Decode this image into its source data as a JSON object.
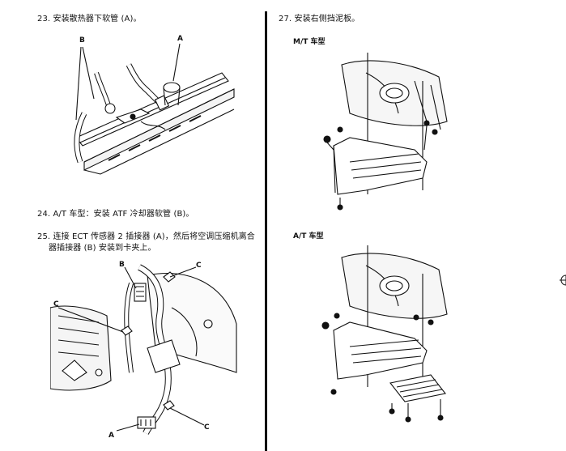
{
  "left": {
    "step23": "23. 安装散热器下软管 (A)。",
    "step24": "24. A/T 车型：安装 ATF 冷却器软管 (B)。",
    "step25_line1": "25. 连接 ECT 传感器 2 插接器 (A)，然后将空调压缩机离合",
    "step25_line2": "器插接器 (B) 安装到卡夹上。",
    "fig1": {
      "label_a": "A",
      "label_b": "B"
    },
    "fig2": {
      "label_a": "A",
      "label_b": "B",
      "label_c1": "C",
      "label_c2": "C",
      "label_c3": "C"
    }
  },
  "right": {
    "step27": "27. 安装右侧挡泥板。",
    "mt_title": "M/T 车型",
    "at_title": "A/T 车型"
  }
}
